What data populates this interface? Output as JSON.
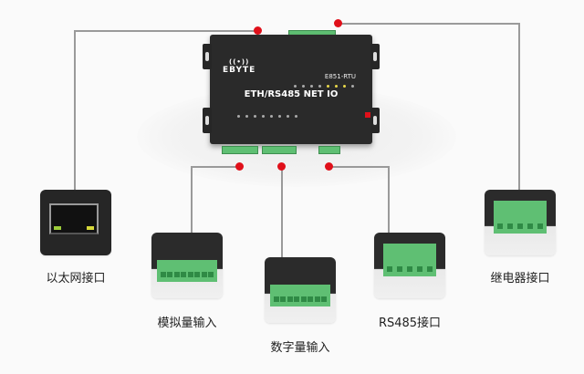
{
  "device": {
    "brand": "EBYTE",
    "brand_icon": "wireless-signal-icon",
    "model": "E851-RTU",
    "title": "ETH/RS485 NET IO"
  },
  "interfaces": [
    {
      "id": "ethernet",
      "label": "以太网接口"
    },
    {
      "id": "analog",
      "label": "模拟量输入"
    },
    {
      "id": "digital",
      "label": "数字量输入"
    },
    {
      "id": "rs485",
      "label": "RS485接口"
    },
    {
      "id": "relay",
      "label": "继电器接口"
    }
  ],
  "colors": {
    "accent_dot": "#e0101a",
    "connector_line": "#9a9a9a",
    "terminal_green": "#5fbf73",
    "device_body": "#2a2a2a"
  }
}
